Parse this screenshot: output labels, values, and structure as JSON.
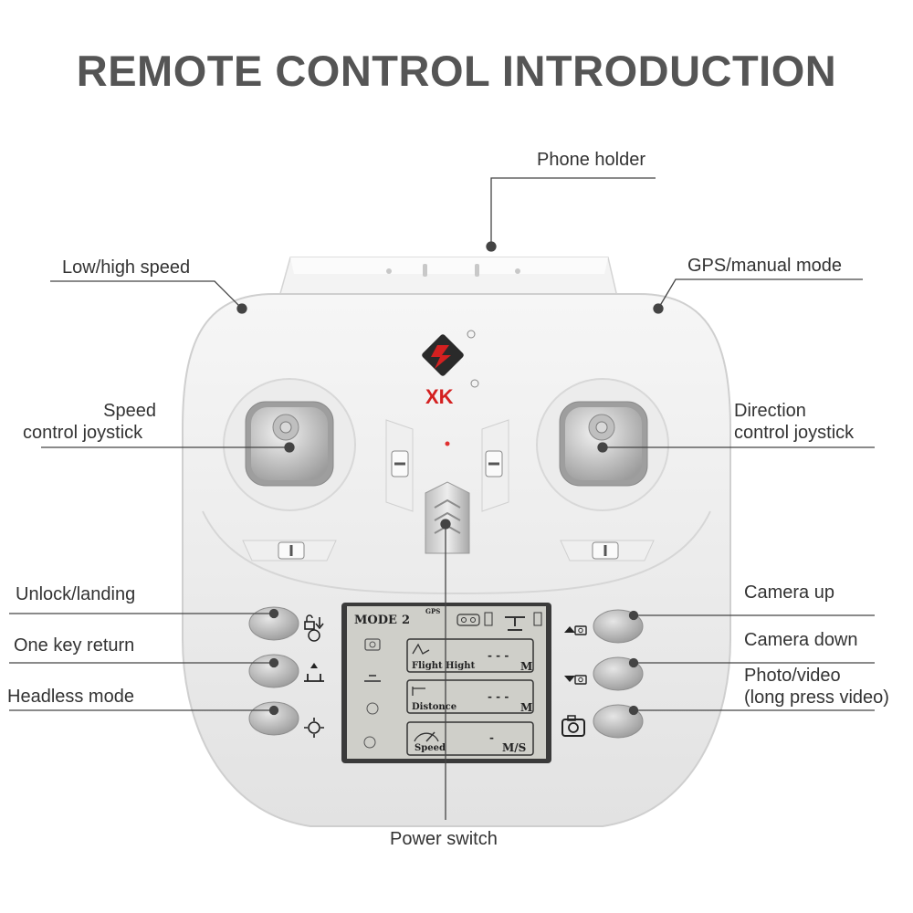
{
  "title": "REMOTE CONTROL INTRODUCTION",
  "labels": {
    "phone_holder": "Phone holder",
    "low_high_speed": "Low/high speed",
    "gps_manual": "GPS/manual mode",
    "speed_joystick_1": "Speed",
    "speed_joystick_2": "control joystick",
    "direction_joystick_1": "Direction",
    "direction_joystick_2": "control joystick",
    "unlock_landing": "Unlock/landing",
    "one_key_return": "One key return",
    "headless_mode": "Headless mode",
    "camera_up": "Camera up",
    "camera_down": "Camera down",
    "photo_video_1": "Photo/video",
    "photo_video_2": "(long press video)",
    "power_switch": "Power switch"
  },
  "lcd": {
    "mode_label": "MODE",
    "mode_value": "2",
    "gps_badge": "GPS",
    "flight_height_label": "Flight Hight",
    "flight_height_value": "- - -",
    "flight_height_unit": "M",
    "distance_label": "Distonce",
    "distance_value": "- - -",
    "distance_unit": "M",
    "speed_label": "Speed",
    "speed_value": "-",
    "speed_unit": "M/S"
  },
  "logo": {
    "text": "XK"
  },
  "colors": {
    "title": "#555555",
    "label": "#333333",
    "callout": "#444444",
    "body": "#ececec",
    "lcd": "#cfcfc9",
    "logo_red": "#d42020"
  }
}
